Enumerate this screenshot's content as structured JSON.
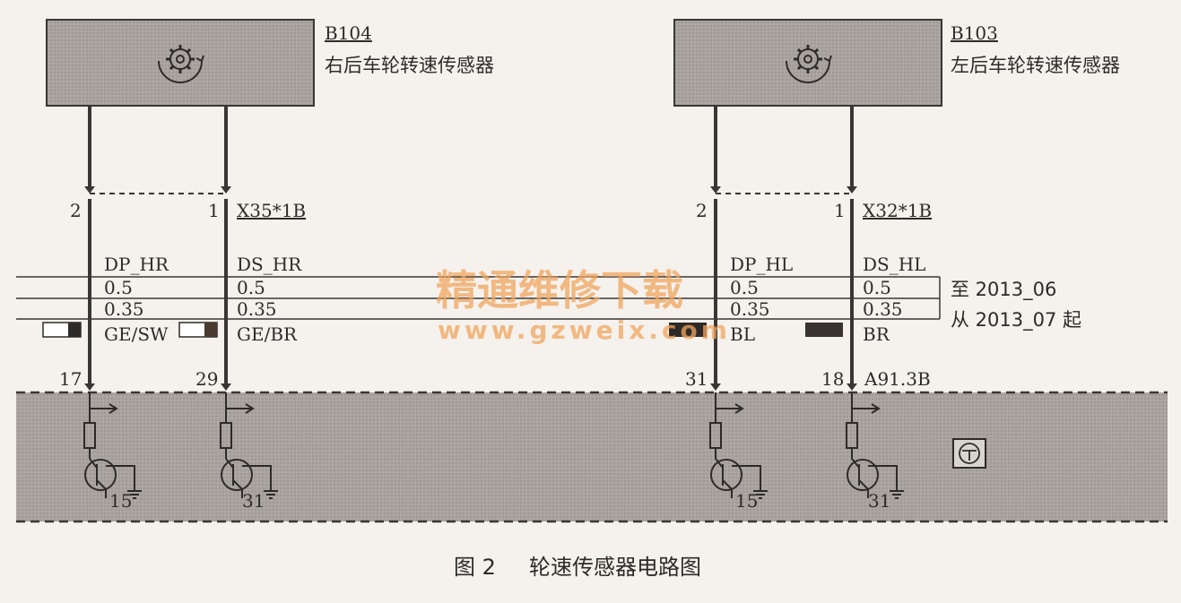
{
  "sensors": [
    {
      "id": "B104",
      "name": "右后车轮转速传感器",
      "connector": "X35*1B",
      "pin_left": "2",
      "pin_right": "1"
    },
    {
      "id": "B103",
      "name": "左后车轮转速传感器",
      "connector": "X32*1B",
      "pin_left": "2",
      "pin_right": "1"
    }
  ],
  "wires": [
    {
      "signal": "DP_HR",
      "size_old": "0.5",
      "size_new": "0.35",
      "color": "GE/SW",
      "pin": "17",
      "ground": "15"
    },
    {
      "signal": "DS_HR",
      "size_old": "0.5",
      "size_new": "0.35",
      "color": "GE/BR",
      "pin": "29",
      "ground": "31"
    },
    {
      "signal": "DP_HL",
      "size_old": "0.5",
      "size_new": "0.35",
      "color": "BL",
      "pin": "31",
      "ground": "15"
    },
    {
      "signal": "DS_HL",
      "size_old": "0.5",
      "size_new": "0.35",
      "color": "BR",
      "pin": "18",
      "ground": "31"
    }
  ],
  "module_connector": "A91.3B",
  "legend": {
    "until": "至 2013_06",
    "from": "从 2013_07 起"
  },
  "caption": {
    "fig": "图 2",
    "title": "轮速传感器电路图"
  },
  "watermark": {
    "cn": "精通维修下载",
    "url": "www.gzweix.com"
  },
  "colors": {
    "box_fill": "#a8a39f",
    "wire": "#3a3634",
    "watermark": "#f0a55e"
  }
}
